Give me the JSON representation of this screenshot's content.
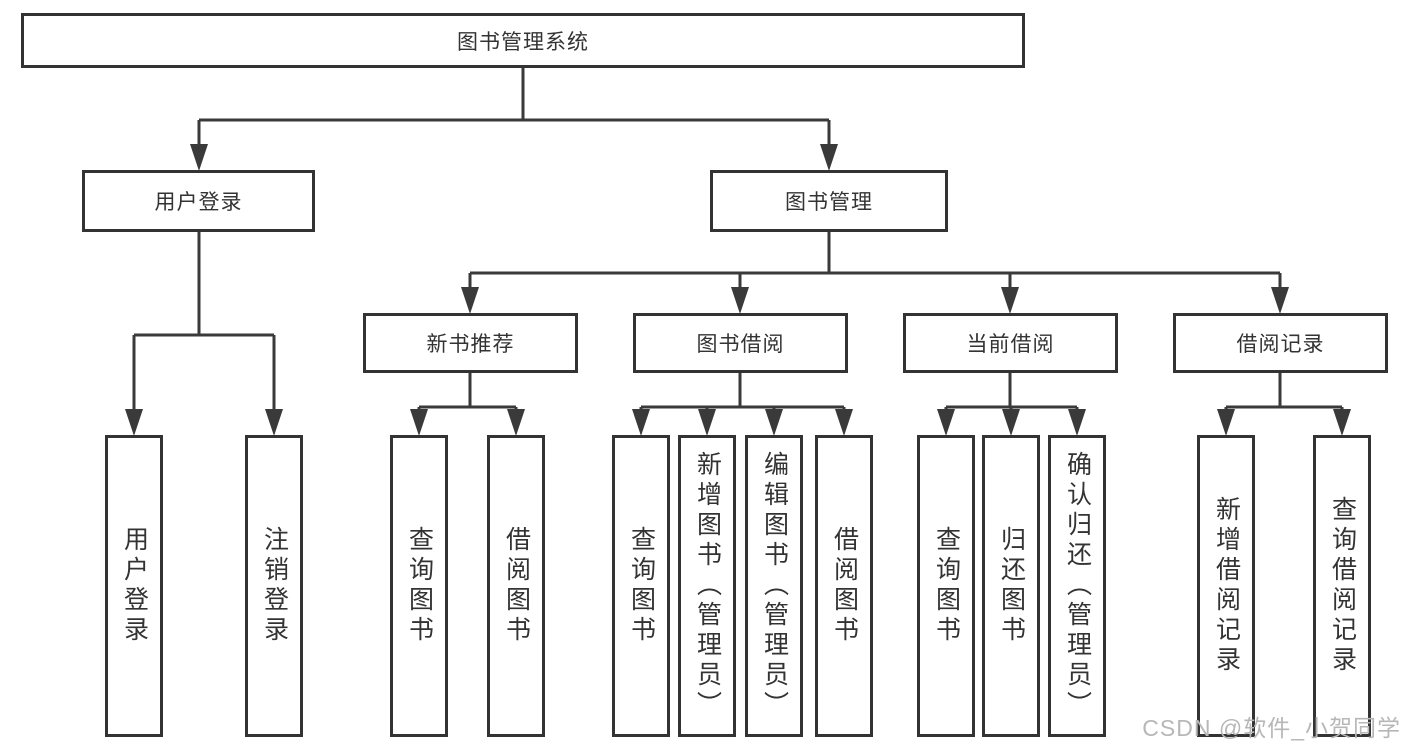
{
  "tree": {
    "root": {
      "label": "图书管理系统"
    },
    "branches": [
      {
        "label": "用户登录",
        "children": [
          {
            "label": "用户登录"
          },
          {
            "label": "注销登录"
          }
        ]
      },
      {
        "label": "图书管理",
        "children": [
          {
            "label": "新书推荐",
            "children": [
              {
                "label": "查询图书"
              },
              {
                "label": "借阅图书"
              }
            ]
          },
          {
            "label": "图书借阅",
            "children": [
              {
                "label": "查询图书"
              },
              {
                "label": "新增图书（管理员）"
              },
              {
                "label": "编辑图书（管理员）"
              },
              {
                "label": "借阅图书"
              }
            ]
          },
          {
            "label": "当前借阅",
            "children": [
              {
                "label": "查询图书"
              },
              {
                "label": "归还图书"
              },
              {
                "label": "确认归还（管理员）"
              }
            ]
          },
          {
            "label": "借阅记录",
            "children": [
              {
                "label": "新增借阅记录"
              },
              {
                "label": "查询借阅记录"
              }
            ]
          }
        ]
      }
    ]
  },
  "watermark": {
    "text": "CSDN @软件_小贺同学",
    "color": "#b7b7b7"
  },
  "colors": {
    "line": "#3a3a3a",
    "box_border": "#333333",
    "text": "#333333",
    "background": "#ffffff"
  }
}
